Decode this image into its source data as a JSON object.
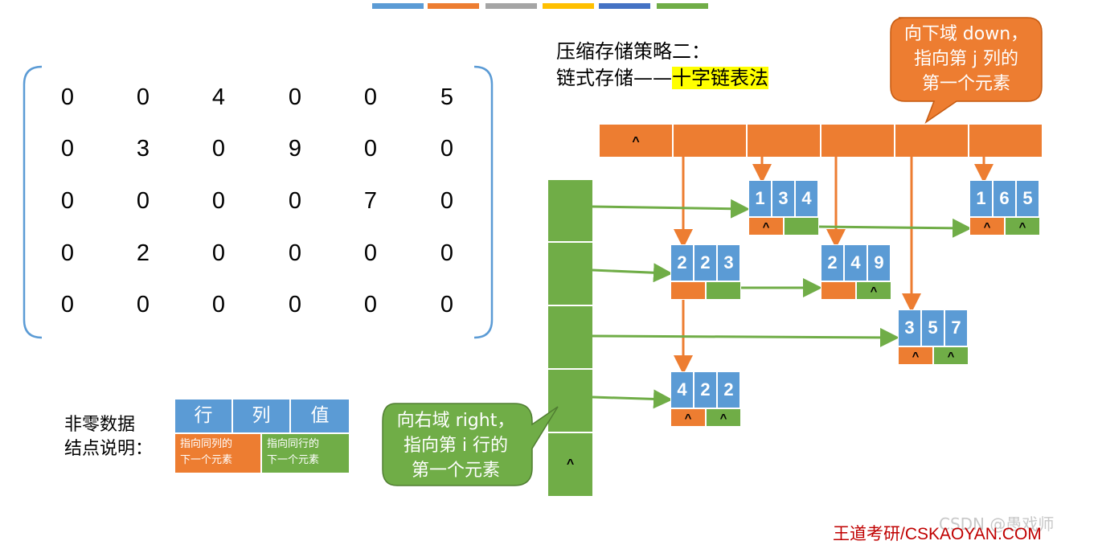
{
  "header_strip_colors": [
    "#5b9bd5",
    "#ed7d31",
    "#a5a5a5",
    "#ffc000",
    "#4472c4",
    "#70ad47"
  ],
  "matrix": [
    [
      "0",
      "0",
      "4",
      "0",
      "0",
      "5"
    ],
    [
      "0",
      "3",
      "0",
      "9",
      "0",
      "0"
    ],
    [
      "0",
      "0",
      "0",
      "0",
      "7",
      "0"
    ],
    [
      "0",
      "2",
      "0",
      "0",
      "0",
      "0"
    ],
    [
      "0",
      "0",
      "0",
      "0",
      "0",
      "0"
    ]
  ],
  "title": {
    "line1": "压缩存储策略二：",
    "line2_prefix": "链式存储——",
    "line2_highlight": "十字链表法"
  },
  "callout_down": {
    "line1": "向下域 down，",
    "line2": "指向第 j 列的",
    "line3": "第一个元素"
  },
  "callout_right": {
    "line1": "向右域 right，",
    "line2": "指向第 i 行的",
    "line3": "第一个元素"
  },
  "null_symbol": "^",
  "column_header_first": "^",
  "row_header_last": "^",
  "nodes": [
    {
      "values": [
        "1",
        "3",
        "4"
      ],
      "down": "^",
      "right": ""
    },
    {
      "values": [
        "1",
        "6",
        "5"
      ],
      "down": "^",
      "right": "^"
    },
    {
      "values": [
        "2",
        "2",
        "3"
      ],
      "down": "",
      "right": ""
    },
    {
      "values": [
        "2",
        "4",
        "9"
      ],
      "down": "",
      "right": "^"
    },
    {
      "values": [
        "3",
        "5",
        "7"
      ],
      "down": "^",
      "right": "^"
    },
    {
      "values": [
        "4",
        "2",
        "2"
      ],
      "down": "^",
      "right": "^"
    }
  ],
  "legend": {
    "caption_line1": "非零数据",
    "caption_line2": "结点说明：",
    "headers": [
      "行",
      "列",
      "值"
    ],
    "down_desc_line1": "指向同列的",
    "down_desc_line2": "下一个元素",
    "right_desc_line1": "指向同行的",
    "right_desc_line2": "下一个元素"
  },
  "footer": {
    "brand": "王道考研/CSKAOYAN.COM",
    "watermark": "CSDN @愚戏师"
  },
  "colors": {
    "blue": "#5b9bd5",
    "orange": "#ed7d31",
    "green": "#70ad47",
    "highlight": "#ffff00",
    "brand_red": "#c00000"
  }
}
